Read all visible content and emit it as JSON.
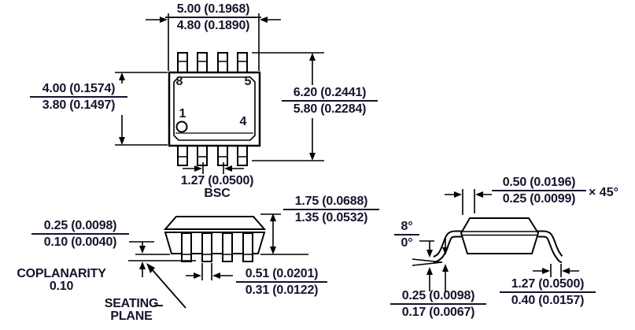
{
  "figure": {
    "description": "8-lead SOIC package outline mechanical drawing with three views",
    "colors": {
      "text": "#14142d",
      "line": "#000000",
      "background": "#ffffff"
    },
    "top_view": {
      "pin_numbers": {
        "top_left": "8",
        "top_right": "5",
        "bottom_left": "1",
        "bottom_right": "4"
      },
      "dim_body_width": {
        "mm_max": "5.00 (0.1968)",
        "mm_min": "4.80 (0.1890)"
      },
      "dim_body_depth": {
        "mm_max": "4.00 (0.1574)",
        "mm_min": "3.80 (0.1497)"
      },
      "dim_overall_width": {
        "mm_max": "6.20 (0.2441)",
        "mm_min": "5.80 (0.2284)"
      },
      "dim_lead_pitch": {
        "value": "1.27 (0.0500)",
        "qualifier": "BSC"
      }
    },
    "side_view": {
      "dim_height": {
        "mm_max": "1.75 (0.0688)",
        "mm_min": "1.35 (0.0532)"
      },
      "dim_standoff": {
        "mm_max": "0.25 (0.0098)",
        "mm_min": "0.10 (0.0040)"
      },
      "coplanarity": {
        "label": "COPLANARITY",
        "value": "0.10"
      },
      "seating_plane": {
        "line1": "SEATING",
        "line2": "PLANE"
      },
      "dim_lead_width": {
        "mm_max": "0.51 (0.0201)",
        "mm_min": "0.31 (0.0122)"
      }
    },
    "end_view": {
      "dim_chamfer": {
        "mm_max": "0.50 (0.0196)",
        "mm_min": "0.25 (0.0099)",
        "suffix": "× 45°"
      },
      "dim_lead_angle": {
        "max": "8°",
        "min": "0°"
      },
      "dim_lead_thickness": {
        "mm_max": "0.25 (0.0098)",
        "mm_min": "0.17 (0.0067)"
      },
      "dim_foot_length": {
        "mm_max": "1.27 (0.0500)",
        "mm_min": "0.40 (0.0157)"
      }
    }
  }
}
